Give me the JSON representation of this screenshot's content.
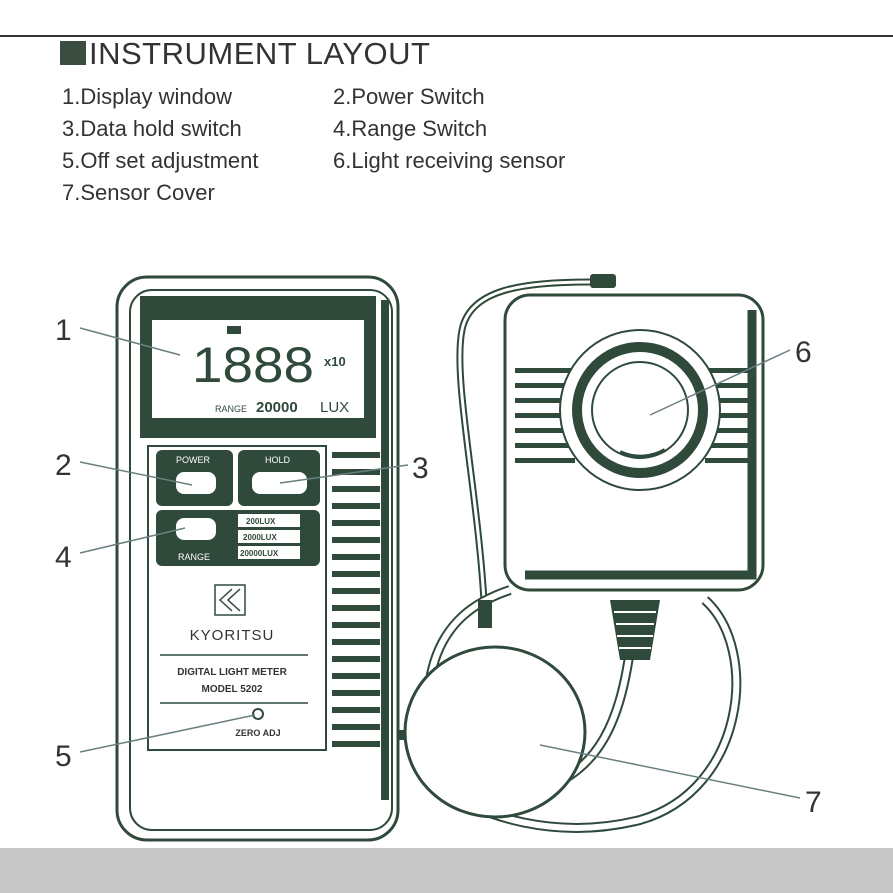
{
  "title": "INSTRUMENT LAYOUT",
  "parts": [
    {
      "num": "1",
      "label": "1.Display window"
    },
    {
      "num": "2",
      "label": "2.Power Switch"
    },
    {
      "num": "3",
      "label": "3.Data hold switch"
    },
    {
      "num": "4",
      "label": "4.Range Switch"
    },
    {
      "num": "5",
      "label": "5.Off set adjustment"
    },
    {
      "num": "6",
      "label": "6.Light receiving sensor"
    },
    {
      "num": "7",
      "label": "7.Sensor Cover"
    }
  ],
  "meter": {
    "display_digits": "1888",
    "multiplier": "x10",
    "range_label": "RANGE",
    "range_value": "20000",
    "unit": "LUX",
    "power_label": "POWER",
    "hold_label": "HOLD",
    "range_button_label": "RANGE",
    "ranges": [
      "200LUX",
      "2000LUX",
      "20000LUX"
    ],
    "brand": "KYORITSU",
    "product": "DIGITAL LIGHT METER",
    "model": "MODEL 5202",
    "zero_adj": "ZERO ADJ"
  },
  "colors": {
    "ink": "#2f4a3a",
    "text": "#333333",
    "band": "#c8c8c8"
  }
}
